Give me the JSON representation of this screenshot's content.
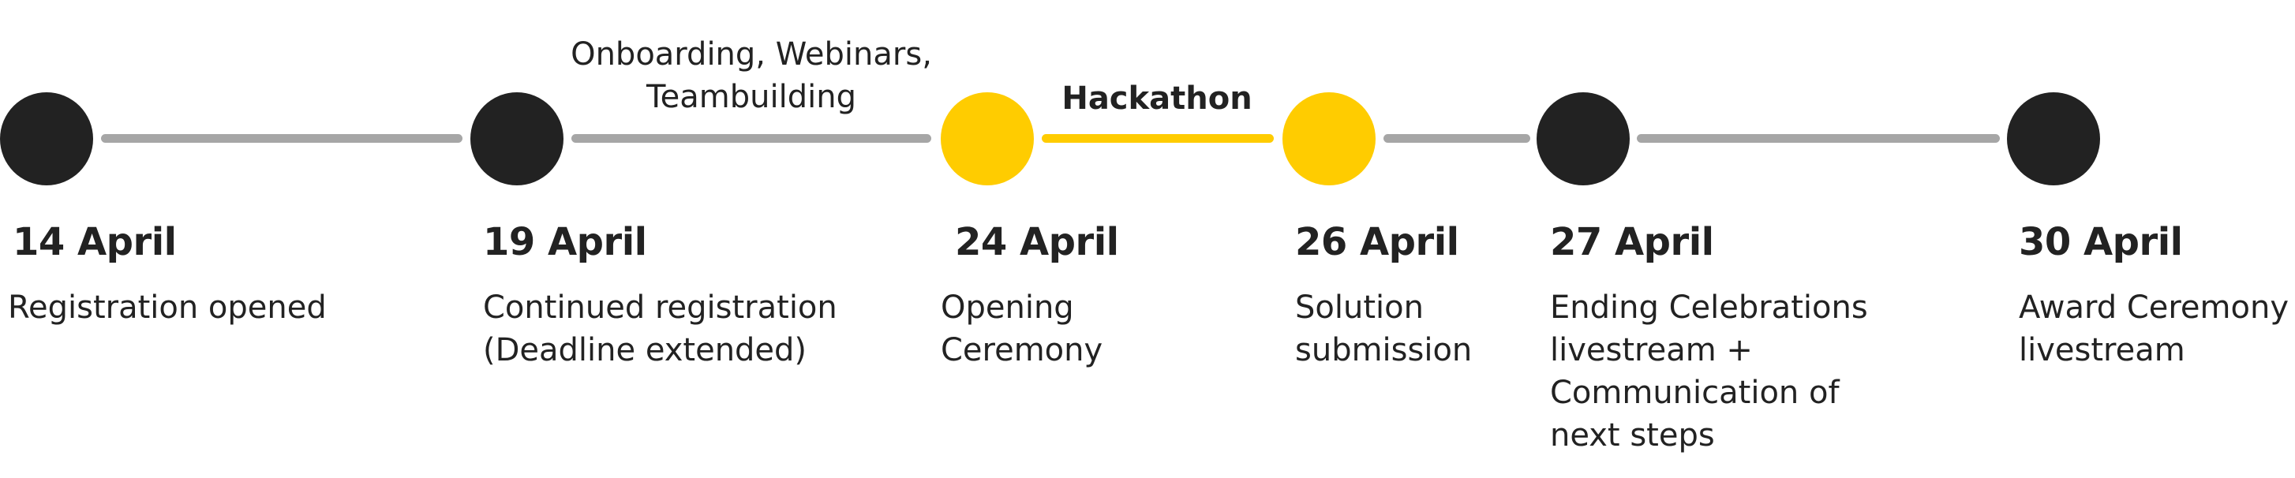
{
  "colors": {
    "milestone_dark": "#222222",
    "milestone_highlight": "#FFCC00",
    "connector_gray": "#A6A6A6",
    "connector_highlight": "#FFCC00",
    "text": "#222222"
  },
  "phase_labels": [
    "Onboarding, Webinars,\nTeambuilding",
    "Hackathon"
  ],
  "milestones": [
    {
      "date": "14 April",
      "description": "Registration opened",
      "highlight": false
    },
    {
      "date": "19 April",
      "description": "Continued registration\n(Deadline extended)",
      "highlight": false
    },
    {
      "date": "24 April",
      "description": "Opening\nCeremony",
      "highlight": true
    },
    {
      "date": "26 April",
      "description": "Solution\nsubmission",
      "highlight": true
    },
    {
      "date": "27 April",
      "description": "Ending Celebrations\nlivestream +\nCommunication of\nnext steps",
      "highlight": false
    },
    {
      "date": "30 April",
      "description": "Award Ceremony\nlivestream",
      "highlight": false
    }
  ]
}
